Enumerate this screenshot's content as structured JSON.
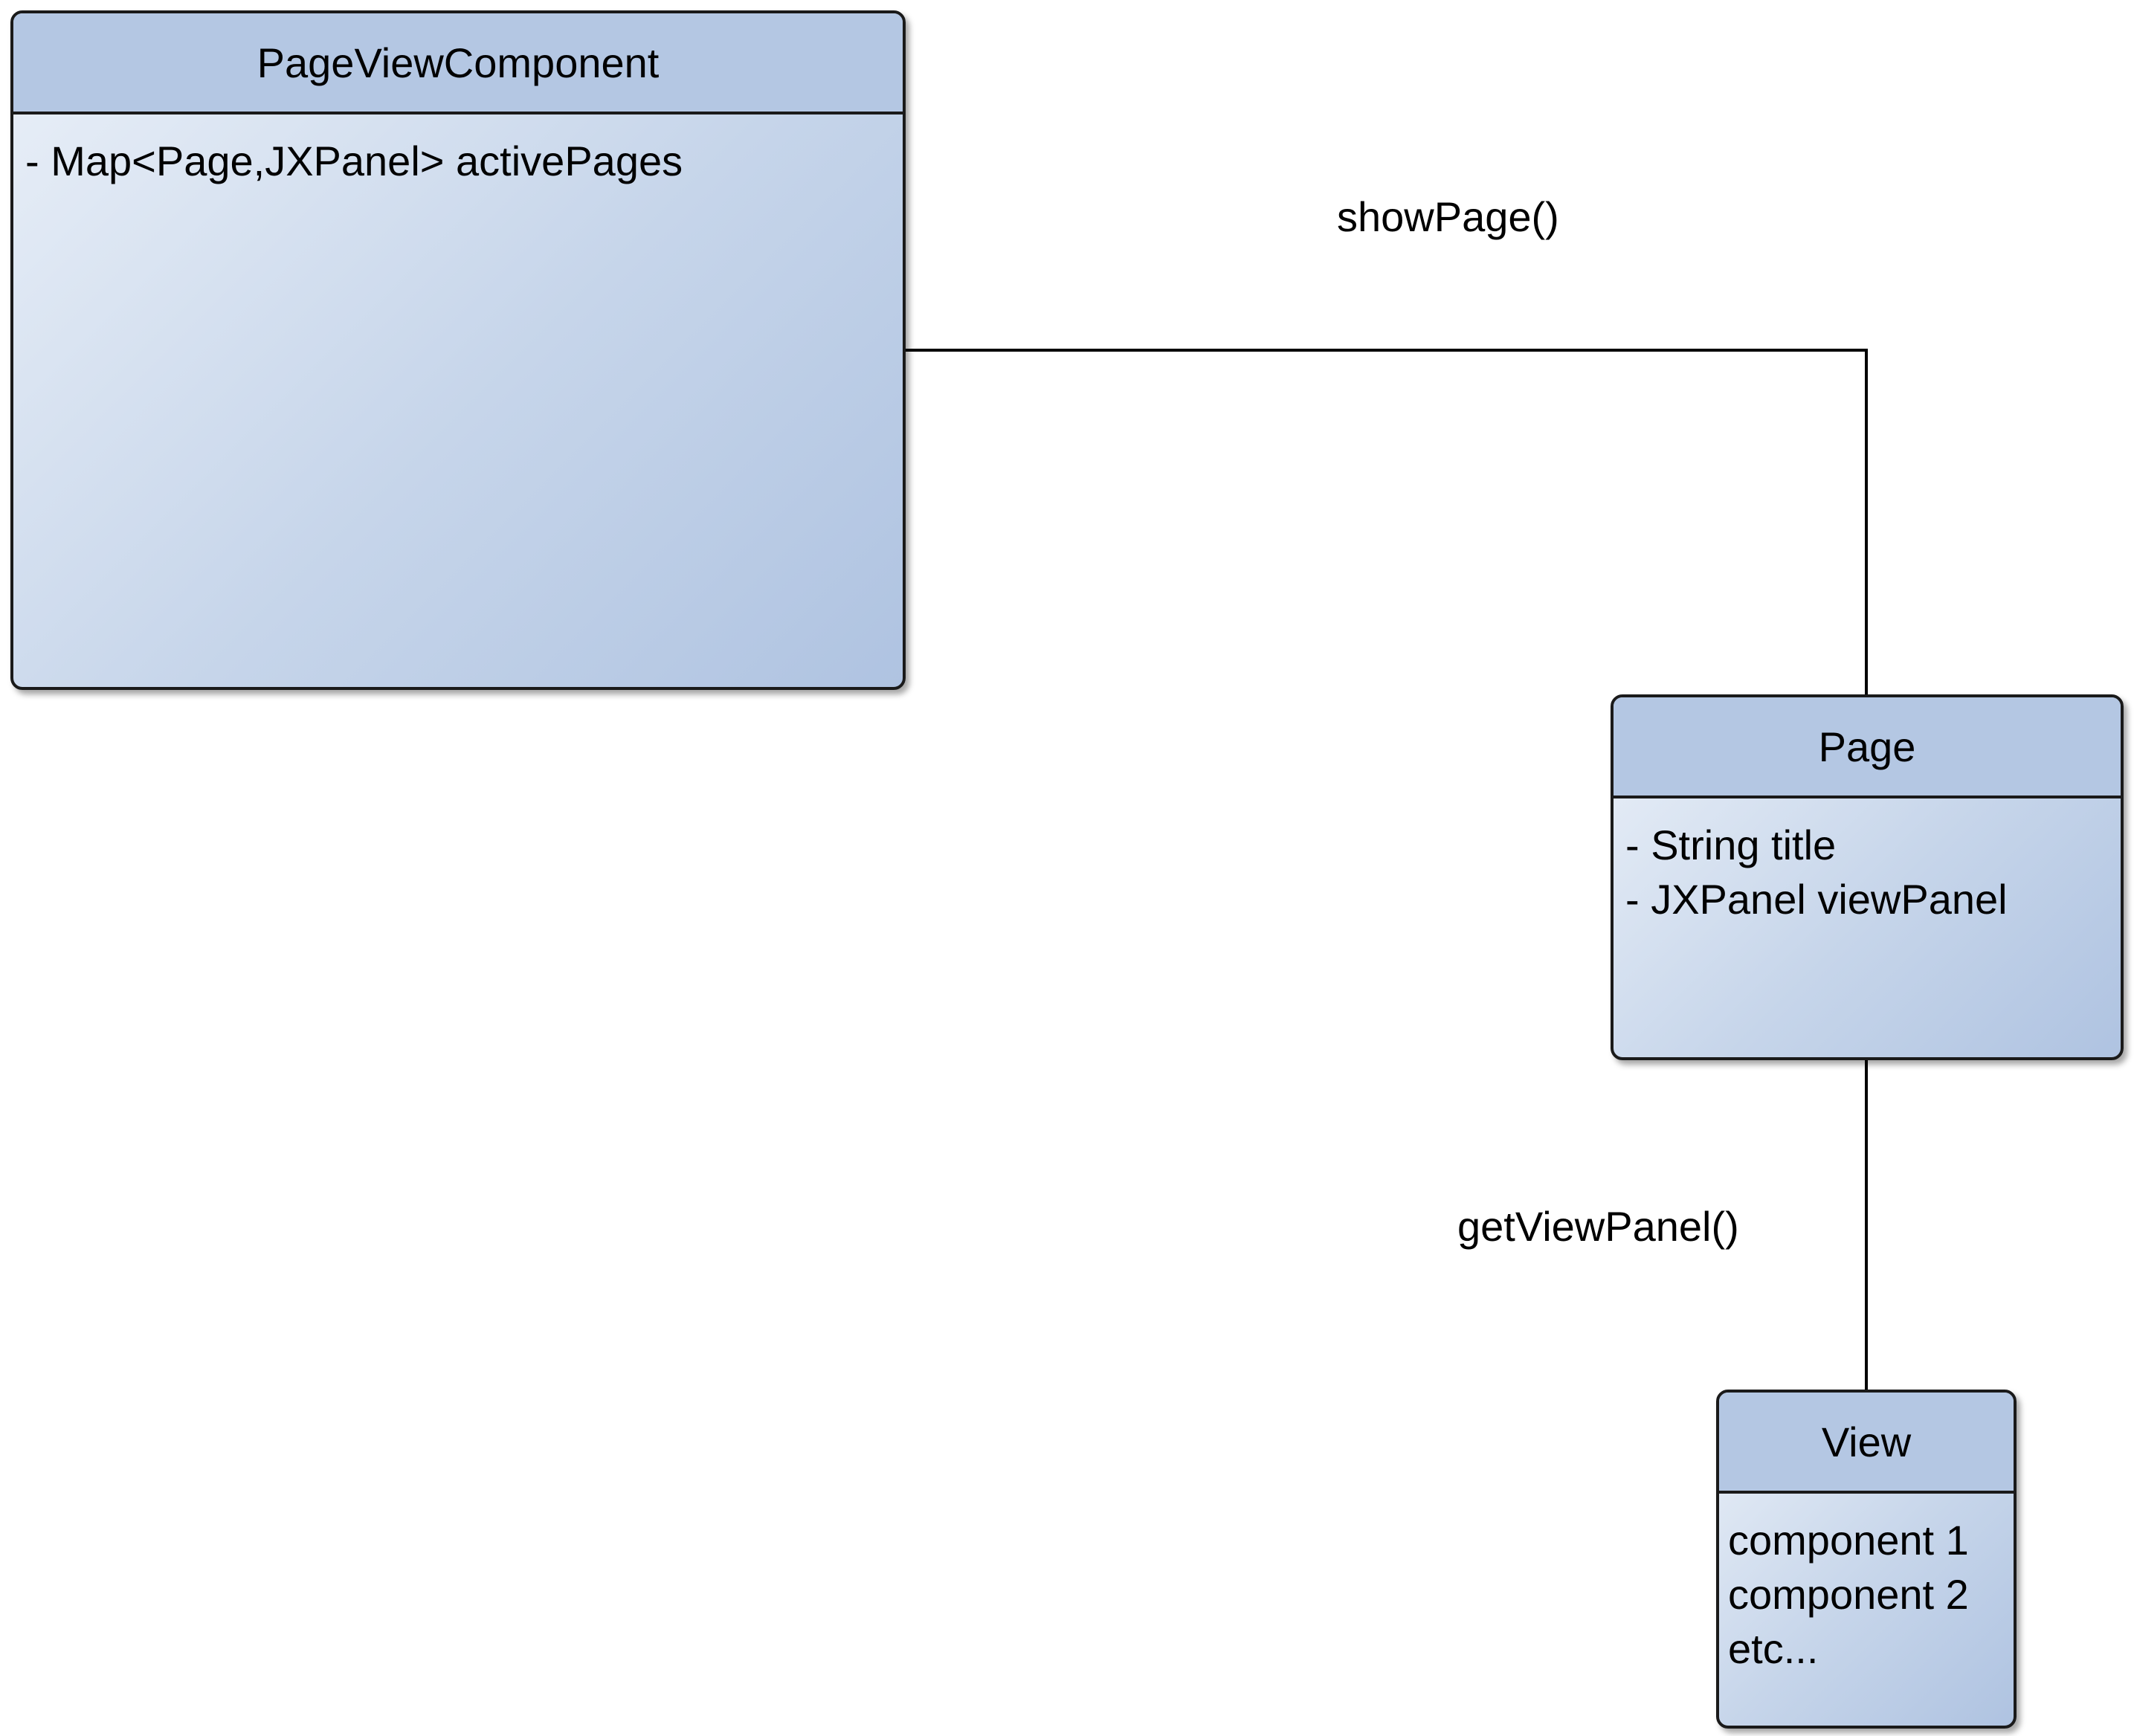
{
  "classes": {
    "page_view_component": {
      "name": "PageViewComponent",
      "attributes": [
        "- Map<Page,JXPanel> activePages"
      ]
    },
    "page": {
      "name": "Page",
      "attributes": [
        "- String title",
        "- JXPanel viewPanel"
      ]
    },
    "view": {
      "name": "View",
      "attributes": [
        "component 1",
        "component 2",
        "etc..."
      ]
    }
  },
  "associations": {
    "show_page": {
      "label": "showPage()"
    },
    "get_view_panel": {
      "label": "getViewPanel()"
    }
  },
  "colors": {
    "header_fill": "#b4c7e3",
    "body_gradient_light": "#eaf0f8",
    "body_gradient_dark": "#afc3e1",
    "stroke": "#1a1a1a"
  }
}
